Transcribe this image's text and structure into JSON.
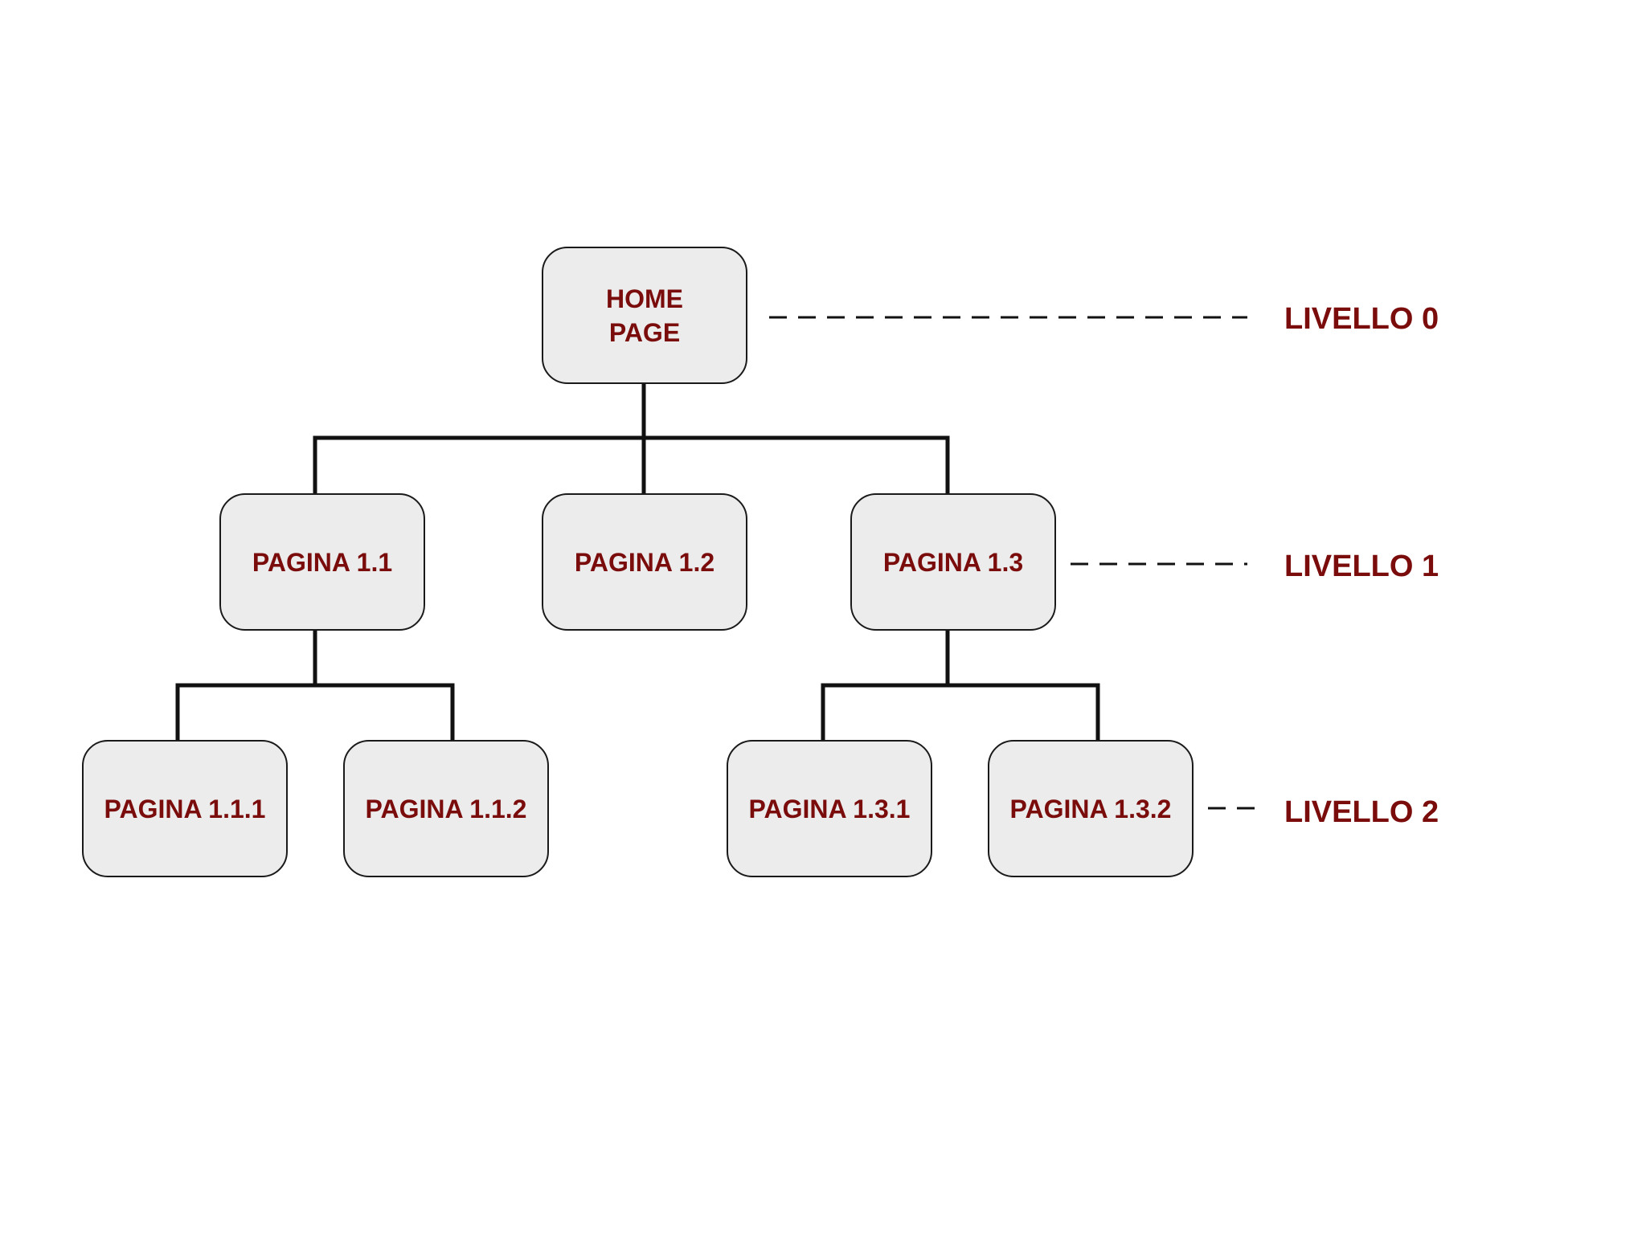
{
  "diagram": {
    "nodes": {
      "home": [
        "HOME",
        "PAGE"
      ],
      "p1_1": "PAGINA 1.1",
      "p1_2": "PAGINA 1.2",
      "p1_3": "PAGINA 1.3",
      "p1_1_1": "PAGINA 1.1.1",
      "p1_1_2": "PAGINA 1.1.2",
      "p1_3_1": "PAGINA 1.3.1",
      "p1_3_2": "PAGINA 1.3.2"
    },
    "levels": [
      "LIVELLO 0",
      "LIVELLO 1",
      "LIVELLO 2"
    ],
    "colors": {
      "text": "#7a0c0c",
      "node_fill": "#ececec",
      "node_border": "#1a1a1a",
      "connector": "#111111"
    }
  }
}
